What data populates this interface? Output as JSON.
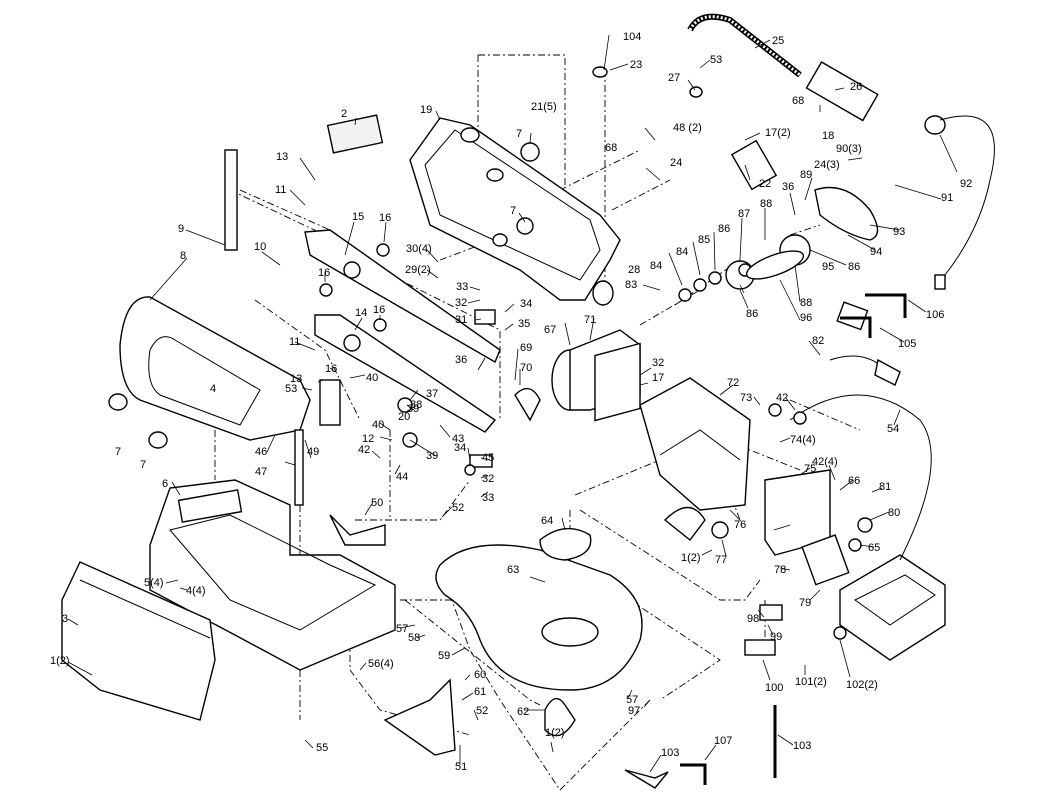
{
  "labels": {
    "p1a": "1(2)",
    "p1b": "1(2)",
    "p1c": "1(2)",
    "p2": "2",
    "p3": "3",
    "p4": "4",
    "p4x4": "4(4)",
    "p5x4": "5(4)",
    "p6": "6",
    "p7a": "7",
    "p7b": "7",
    "p7c": "7",
    "p7d": "7",
    "p8": "8",
    "p9": "9",
    "p10": "10",
    "p11a": "11",
    "p11b": "11",
    "p12": "12",
    "p13a": "13",
    "p13b": "13",
    "p14": "14",
    "p15": "15",
    "p16a": "16",
    "p16b": "16",
    "p16c": "16",
    "p16d": "16",
    "p17": "17",
    "p17x2": "17(2)",
    "p18": "18",
    "p19": "19",
    "p20": "20",
    "p21x5": "21(5)",
    "p22": "22",
    "p23": "23",
    "p24": "24",
    "p24x3": "24(3)",
    "p25": "25",
    "p26": "26",
    "p27": "27",
    "p28": "28",
    "p29x2": "29(2)",
    "p30x4": "30(4)",
    "p31": "31",
    "p32a": "32",
    "p32b": "32",
    "p32c": "32",
    "p33a": "33",
    "p33b": "33",
    "p34a": "34",
    "p34b": "34",
    "p35": "35",
    "p36a": "36",
    "p36b": "36",
    "p37": "37",
    "p38": "38",
    "p39a": "39",
    "p39b": "39",
    "p40a": "40",
    "p40b": "40",
    "p42": "42",
    "p42b": "42",
    "p42x4": "42(4)",
    "p43": "43",
    "p44": "44",
    "p45": "45",
    "p46": "46",
    "p47": "47",
    "p48x2": "48 (2)",
    "p49": "49",
    "p50": "50",
    "p51": "51",
    "p52a": "52",
    "p52b": "52",
    "p53a": "53",
    "p53b": "53",
    "p54": "54",
    "p55": "55",
    "p56x4": "56(4)",
    "p57a": "57",
    "p57b": "57",
    "p58": "58",
    "p59": "59",
    "p60": "60",
    "p61": "61",
    "p62": "62",
    "p63": "63",
    "p64": "64",
    "p65": "65",
    "p66": "66",
    "p67": "67",
    "p68a": "68",
    "p68b": "68",
    "p69": "69",
    "p70": "70",
    "p71": "71",
    "p72": "72",
    "p73": "73",
    "p74x4": "74(4)",
    "p75": "75",
    "p76": "76",
    "p77": "77",
    "p78": "78",
    "p79": "79",
    "p80": "80",
    "p81": "81",
    "p82": "82",
    "p83": "83",
    "p84a": "84",
    "p84b": "84",
    "p85": "85",
    "p86a": "86",
    "p86b": "86",
    "p86c": "86",
    "p87": "87",
    "p88a": "88",
    "p88b": "88",
    "p89": "89",
    "p90x3": "90(3)",
    "p91": "91",
    "p92": "92",
    "p93": "93",
    "p94": "94",
    "p95": "95",
    "p96": "96",
    "p97": "97",
    "p98": "98",
    "p99": "99",
    "p100": "100",
    "p101x2": "101(2)",
    "p102x2": "102(2)",
    "p103a": "103",
    "p103b": "103",
    "p104": "104",
    "p105": "105",
    "p106": "106",
    "p107": "107"
  }
}
